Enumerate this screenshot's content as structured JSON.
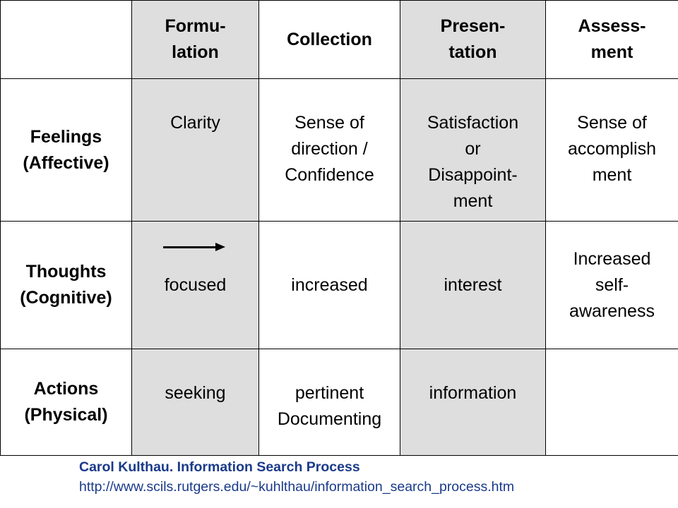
{
  "table": {
    "columns": [
      "",
      "Formu-\nlation",
      "Collection",
      "Presen-\ntation",
      "Assess-\nment"
    ],
    "rows": [
      {
        "label": "Feelings (Affective)",
        "cells": [
          "Clarity",
          "Sense of direction / Confidence",
          "Satisfaction or Disappoint-ment",
          "Sense of accomplish ment"
        ]
      },
      {
        "label": "Thoughts (Cognitive)",
        "cells": [
          "focused",
          "increased",
          "interest",
          "Increased self-awareness"
        ]
      },
      {
        "label": "Actions (Physical)",
        "cells": [
          "seeking",
          "pertinent Documenting",
          "information",
          ""
        ]
      }
    ]
  },
  "citation": {
    "author": "Carol Kulthau. Information Search Process",
    "url": "http://www.scils.rutgers.edu/~kuhlthau/information_search_process.htm"
  },
  "colors": {
    "shaded_column": "#dedede",
    "citation_text": "#1a3a8a"
  },
  "icons": [
    "right-arrow-icon"
  ]
}
